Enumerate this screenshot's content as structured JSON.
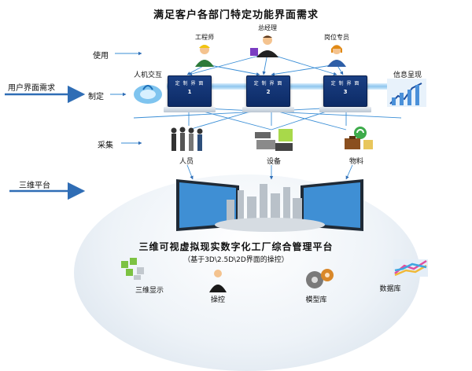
{
  "title": "满足客户各部门特定功能界面需求",
  "roles": [
    "工程师",
    "总经理",
    "岗位专员"
  ],
  "left_labels": {
    "use": "使用",
    "ui_requirement": "用户界面需求",
    "customize": "制定",
    "collect": "采集",
    "platform_3d": "三维平台"
  },
  "hmi": "人机交互",
  "info_display": "信息呈现",
  "panels": [
    {
      "header": "定 制 界 面",
      "number": "1"
    },
    {
      "header": "定 制 界 面",
      "number": "2"
    },
    {
      "header": "定 制 界 面",
      "number": "3"
    }
  ],
  "sources": [
    "人员",
    "设备",
    "物料"
  ],
  "platform": {
    "title": "三维可视虚拟现实数字化工厂综合管理平台",
    "subtitle": "（基于3D\\2.5D\\2D界面的操控）"
  },
  "bottom_items": [
    "三维显示",
    "操控",
    "模型库",
    "数据库"
  ],
  "colors": {
    "arrow": "#2f6db5",
    "panel": "#14357a",
    "line": "#3a8ed6"
  }
}
